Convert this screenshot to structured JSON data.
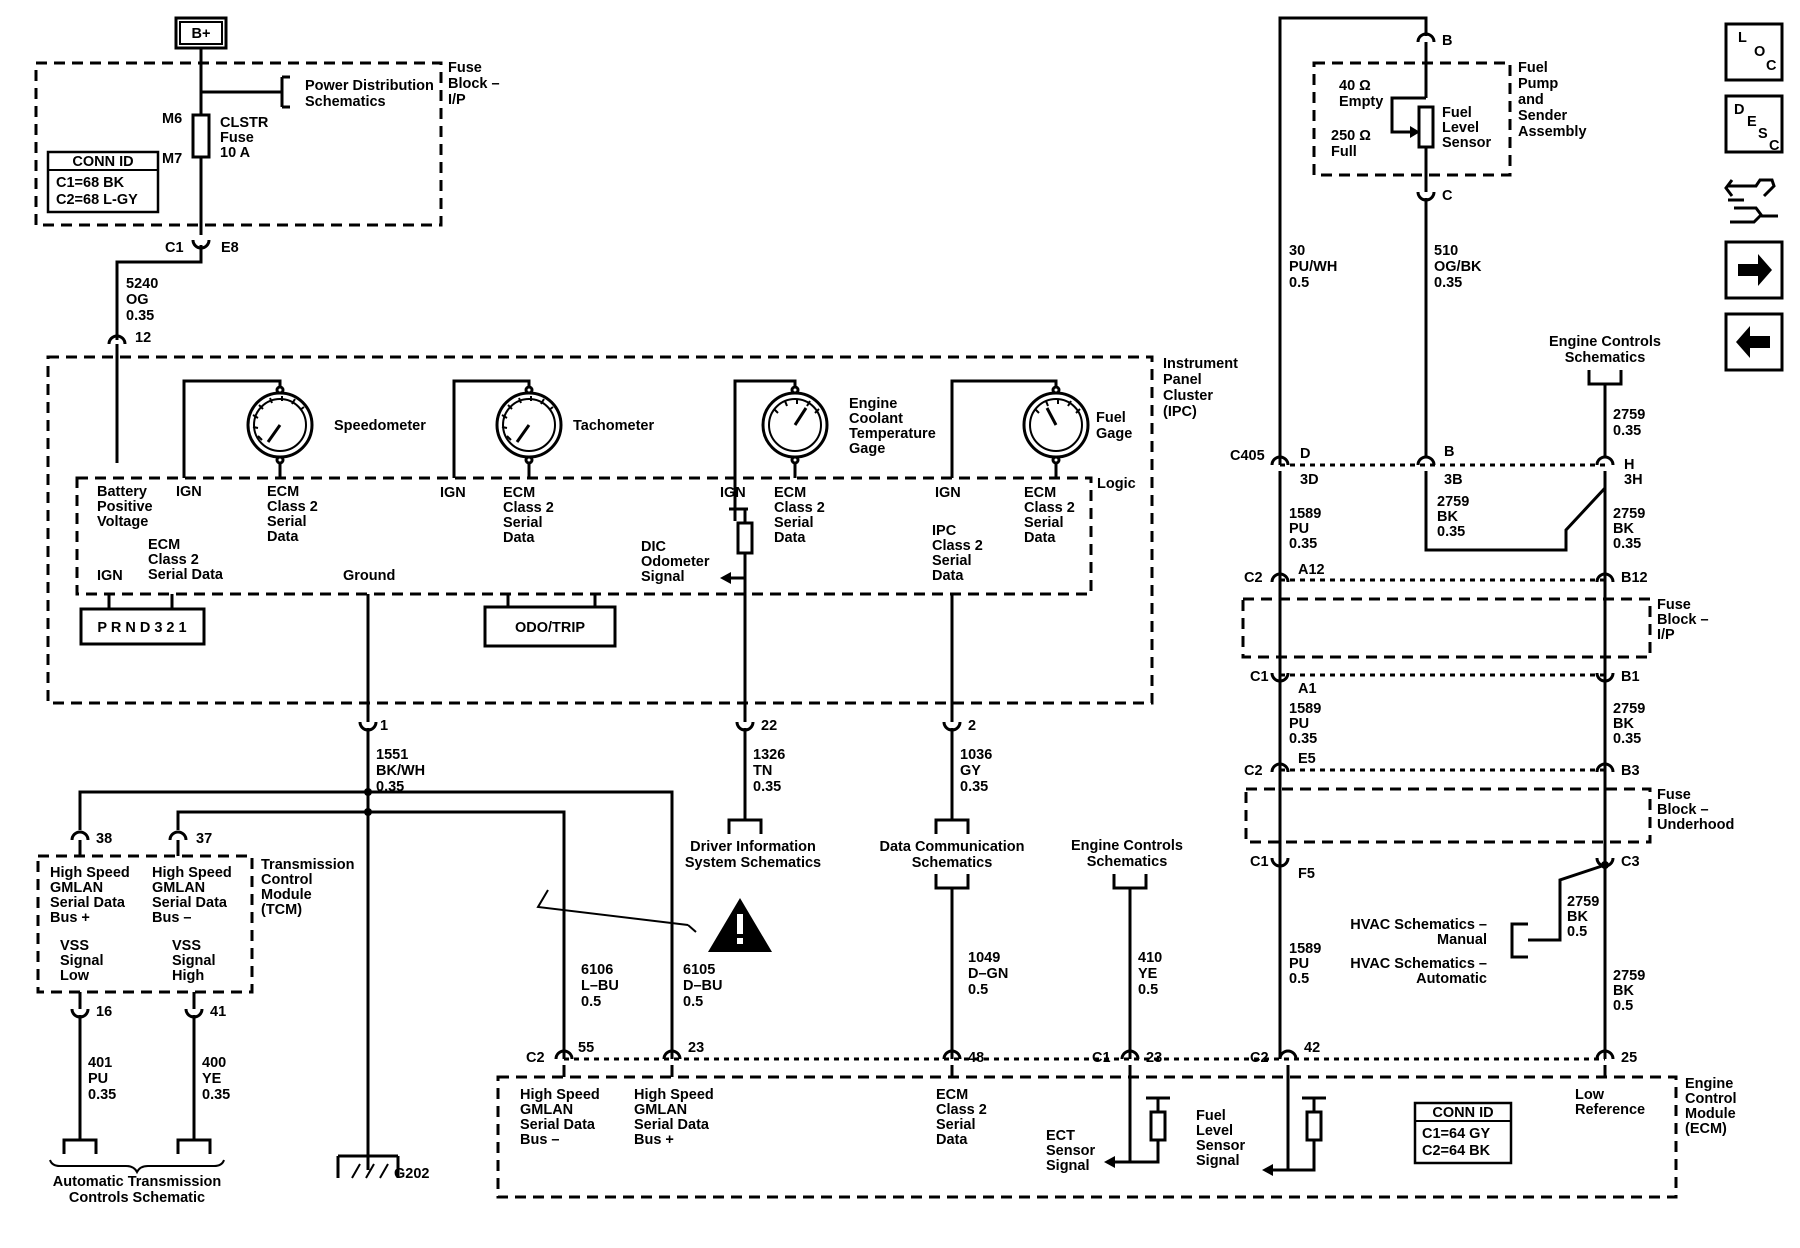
{
  "power": {
    "bplus": "B+"
  },
  "fuse_block_ip": {
    "label": [
      "Fuse",
      "Block –",
      "I/P"
    ],
    "pds_label": [
      "Power Distribution",
      "Schematics"
    ],
    "m6": "M6",
    "m7": "M7",
    "fuse_label": [
      "CLSTR",
      "Fuse",
      "10 A"
    ],
    "conn_id_title": "CONN ID",
    "conn_id_lines": [
      "C1=68 BK",
      "C2=68 L-GY"
    ],
    "c1": "C1",
    "e8": "E8"
  },
  "wire_5240": [
    "5240",
    "OG",
    "0.35"
  ],
  "pin_12": "12",
  "ipc": {
    "label": [
      "Instrument",
      "Panel",
      "Cluster",
      "(IPC)"
    ],
    "logic": "Logic",
    "gauges": [
      "Speedometer",
      "Tachometer"
    ],
    "ect_gauge": [
      "Engine",
      "Coolant",
      "Temperature",
      "Gage"
    ],
    "fuel_gauge": [
      "Fuel",
      "Gage"
    ],
    "bpv": [
      "Battery",
      "Positive",
      "Voltage"
    ],
    "ign": "IGN",
    "ecm_class2_4": [
      "ECM",
      "Class 2",
      "Serial",
      "Data"
    ],
    "ecm_class2_sd": [
      "ECM",
      "Class 2",
      "Serial Data"
    ],
    "ground": "Ground",
    "dic": [
      "DIC",
      "Odometer",
      "Signal"
    ],
    "ipc_class2": [
      "IPC",
      "Class 2",
      "Serial",
      "Data"
    ],
    "prnd": "P R N D 3 2 1",
    "odo": "ODO/TRIP"
  },
  "pins_ipc_bottom": {
    "p1": "1",
    "p22": "22",
    "p2": "2"
  },
  "wire_1551": [
    "1551",
    "BK/WH",
    "0.35"
  ],
  "wire_1326": [
    "1326",
    "TN",
    "0.35"
  ],
  "wire_1036": [
    "1036",
    "GY",
    "0.35"
  ],
  "dis_schem": [
    "Driver Information",
    "System Schematics"
  ],
  "dcs_schem": [
    "Data Communication",
    "Schematics"
  ],
  "ecs_schem": [
    "Engine Controls",
    "Schematics"
  ],
  "tcm": {
    "label": [
      "Transmission",
      "Control",
      "Module",
      "(TCM)"
    ],
    "pin38": "38",
    "pin37": "37",
    "pin16": "16",
    "pin41": "41",
    "bus_plus": [
      "High Speed",
      "GMLAN",
      "Serial Data",
      "Bus +"
    ],
    "bus_minus": [
      "High Speed",
      "GMLAN",
      "Serial Data",
      "Bus –"
    ],
    "vss_low": [
      "VSS",
      "Signal",
      "Low"
    ],
    "vss_high": [
      "VSS",
      "Signal",
      "High"
    ]
  },
  "wire_401": [
    "401",
    "PU",
    "0.35"
  ],
  "wire_400": [
    "400",
    "YE",
    "0.35"
  ],
  "ats_schem": [
    "Automatic Transmission",
    "Controls Schematic"
  ],
  "ground_g202": "G202",
  "wire_6106": [
    "6106",
    "L–BU",
    "0.5"
  ],
  "wire_6105": [
    "6105",
    "D–BU",
    "0.5"
  ],
  "wire_1049": [
    "1049",
    "D–GN",
    "0.5"
  ],
  "wire_410": [
    "410",
    "YE",
    "0.5"
  ],
  "ecm": {
    "label": [
      "Engine",
      "Control",
      "Module",
      "(ECM)"
    ],
    "c2": "C2",
    "c1": "C1",
    "pin55": "55",
    "pin23a": "23",
    "pin48": "48",
    "pin23b": "23",
    "pin42": "42",
    "pin25": "25",
    "bus_minus": [
      "High Speed",
      "GMLAN",
      "Serial Data",
      "Bus –"
    ],
    "bus_plus": [
      "High Speed",
      "GMLAN",
      "Serial Data",
      "Bus +"
    ],
    "class2": [
      "ECM",
      "Class 2",
      "Serial",
      "Data"
    ],
    "ect": [
      "ECT",
      "Sensor",
      "Signal"
    ],
    "fls": [
      "Fuel",
      "Level",
      "Sensor",
      "Signal"
    ],
    "lowref": [
      "Low",
      "Reference"
    ],
    "conn_id_title": "CONN ID",
    "conn_id_lines": [
      "C1=64 GY",
      "C2=64 BK"
    ]
  },
  "fuel_pump": {
    "label": [
      "Fuel",
      "Pump",
      "and",
      "Sender",
      "Assembly"
    ],
    "pinB": "B",
    "pinC": "C",
    "empty": [
      "40 Ω",
      "Empty"
    ],
    "full": [
      "250 Ω",
      "Full"
    ],
    "sensor": [
      "Fuel",
      "Level",
      "Sensor"
    ]
  },
  "wire_30": [
    "30",
    "PU/WH",
    "0.5"
  ],
  "wire_510": [
    "510",
    "OG/BK",
    "0.35"
  ],
  "ecs_schem_top": [
    "Engine Controls",
    "Schematics"
  ],
  "wire_2759_top": [
    "2759",
    "0.35"
  ],
  "c405": {
    "label": "C405",
    "d": "D",
    "b": "B",
    "h": "H",
    "d3": "3D",
    "b3": "3B",
    "h3": "3H"
  },
  "wire_1589_a": [
    "1589",
    "PU",
    "0.35"
  ],
  "wire_2759_bk_a": [
    "2759",
    "BK",
    "0.35"
  ],
  "wire_2759_bk_b": [
    "2759",
    "BK",
    "0.35"
  ],
  "fuse_ip_right": {
    "c2": "C2",
    "a12": "A12",
    "b12": "B12",
    "label": [
      "Fuse",
      "Block –",
      "I/P"
    ],
    "c1": "C1",
    "a1": "A1",
    "b1": "B1"
  },
  "wire_1589_b": [
    "1589",
    "PU",
    "0.35"
  ],
  "wire_2759_bk_c": [
    "2759",
    "BK",
    "0.35"
  ],
  "fuse_uh": {
    "c2": "C2",
    "e5": "E5",
    "b3": "B3",
    "label": [
      "Fuse",
      "Block –",
      "Underhood"
    ],
    "c1": "C1",
    "f5": "F5",
    "c3": "C3"
  },
  "hvac": {
    "manual": [
      "HVAC Schematics –",
      "Manual"
    ],
    "auto": [
      "HVAC Schematics –",
      "Automatic"
    ]
  },
  "wire_2759_bk_d": [
    "2759",
    "BK",
    "0.5"
  ],
  "wire_1589_c": [
    "1589",
    "PU",
    "0.5"
  ],
  "wire_2759_bk_e": [
    "2759",
    "BK",
    "0.5"
  ],
  "nav": {
    "loc": [
      "L",
      "O",
      "C"
    ],
    "desc": [
      "D",
      "E",
      "S",
      "C"
    ],
    "icons": [
      "loc-icon",
      "desc-icon",
      "connector-icon",
      "arrow-right-icon",
      "arrow-left-icon"
    ]
  }
}
